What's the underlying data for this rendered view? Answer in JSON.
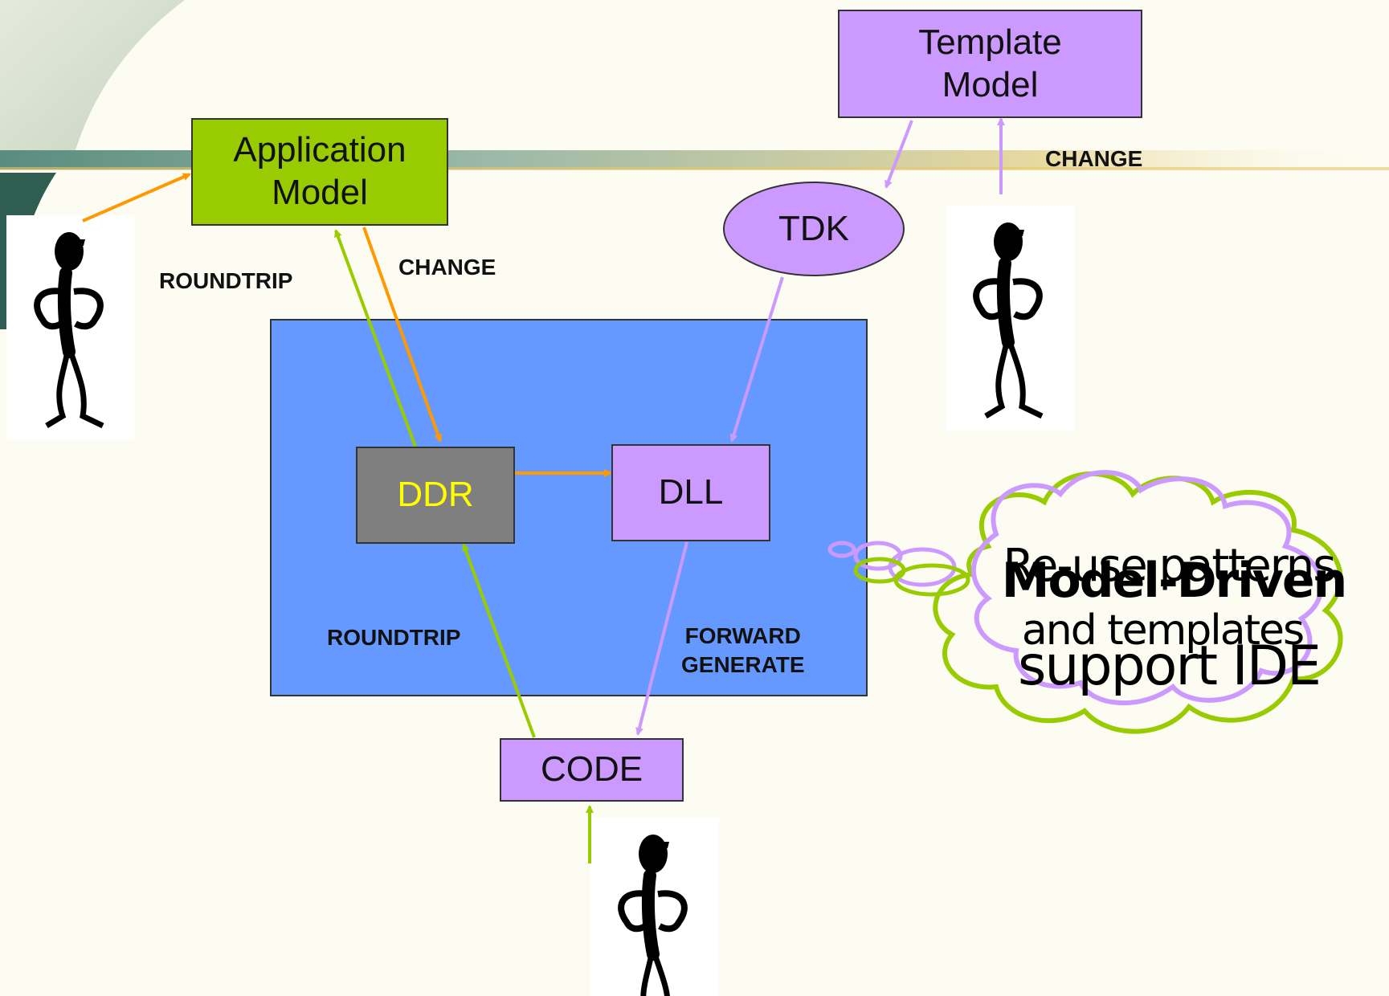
{
  "nodes": {
    "application_model": {
      "line1": "Application",
      "line2": "Model"
    },
    "template_model": {
      "line1": "Template",
      "line2": "Model"
    },
    "tdk": "TDK",
    "ddr": "DDR",
    "dll": "DLL",
    "code": "CODE"
  },
  "labels": {
    "roundtrip_left": "ROUNDTRIP",
    "change_app": "CHANGE",
    "change_template": "CHANGE",
    "roundtrip_bottom": "ROUNDTRIP",
    "forward_generate_line1": "FORWARD",
    "forward_generate_line2": "GENERATE"
  },
  "cloud": {
    "layer1": "Re-use patterns",
    "layer2": "Model-Driven",
    "layer3": "and templates",
    "layer4": "support IDE"
  },
  "colors": {
    "app_model": "#99cc00",
    "purple_box": "#cc99ff",
    "blue_panel": "#6699ff",
    "ddr_box": "#7f7f7f",
    "ddr_text": "#ffff00",
    "orange_arrow": "#ff9900",
    "green_arrow": "#99cc00",
    "purple_arrow": "#cc99ff"
  },
  "icons": [
    "stick-figure-person"
  ]
}
